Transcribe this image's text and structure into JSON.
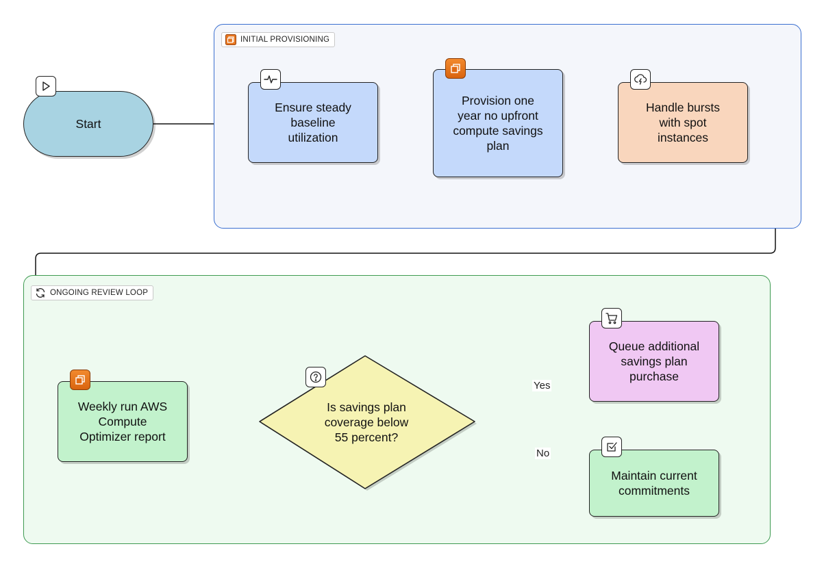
{
  "groups": {
    "initial": {
      "label": "INITIAL PROVISIONING",
      "border_color": "#3a6fd0",
      "fill": "#f4f6fb"
    },
    "review": {
      "label": "ONGOING REVIEW LOOP",
      "border_color": "#3d9a50",
      "fill": "#eefaf0"
    }
  },
  "nodes": {
    "start": {
      "label": "Start",
      "icon": "play-icon",
      "fill": "#a8d3e2"
    },
    "baseline": {
      "label": "Ensure steady\nbaseline\nutilization",
      "icon": "pulse-icon",
      "fill": "#c4d9fb"
    },
    "provision": {
      "label": "Provision one\nyear no upfront\ncompute savings\nplan",
      "icon": "aws-compute-icon",
      "fill": "#c4d9fb"
    },
    "bursts": {
      "label": "Handle bursts\nwith spot\ninstances",
      "icon": "cloud-lightning-icon",
      "fill": "#f9d6bd"
    },
    "weekly": {
      "label": "Weekly run AWS\nCompute\nOptimizer report",
      "icon": "aws-compute-icon",
      "fill": "#c2f2cc"
    },
    "decision": {
      "label": "Is savings plan\ncoverage below\n55 percent?",
      "icon": "question-icon",
      "fill": "#f6f3b3"
    },
    "queue": {
      "label": "Queue additional\nsavings plan\npurchase",
      "icon": "cart-icon",
      "fill": "#f0c8f3"
    },
    "maintain": {
      "label": "Maintain current\ncommitments",
      "icon": "check-square-icon",
      "fill": "#c2f2cc"
    }
  },
  "edges": {
    "yes_label": "Yes",
    "no_label": "No"
  }
}
